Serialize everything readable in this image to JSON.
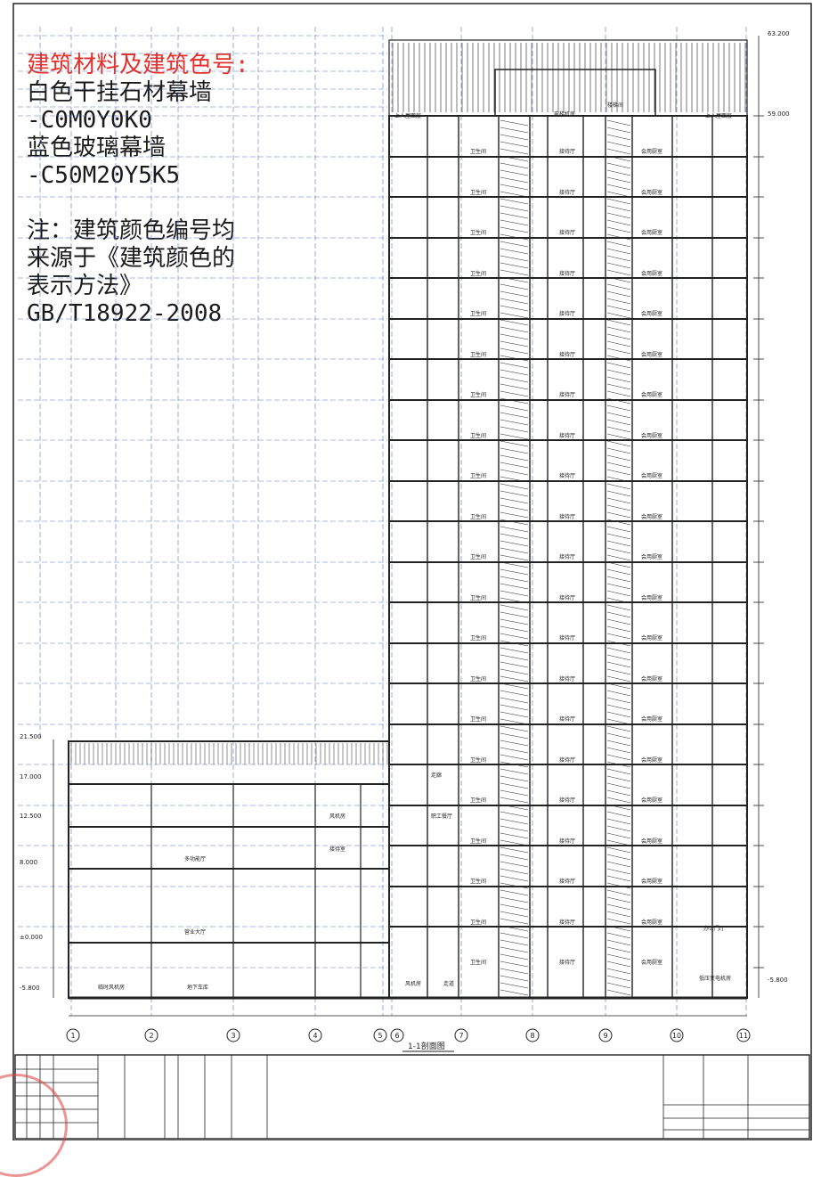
{
  "notes": {
    "title": "建筑材料及建筑色号:",
    "line1": "白色干挂石材幕墙",
    "line2": "-C0M0Y0K0",
    "line3": "蓝色玻璃幕墙",
    "line4": "-C50M20Y5K5",
    "line5": "注：建筑颜色编号均",
    "line6": "来源于《建筑颜色的",
    "line7": "表示方法》",
    "line8": "GB/T18922-2008"
  },
  "tower_rooms": {
    "toilet": "卫生间",
    "lobby": "接待厅",
    "meeting": "会用厨室",
    "staff": "职工餐厅",
    "office": "办公门厅",
    "roof_left": "上人屋面层",
    "roof_right": "上人屋面层",
    "elevator_room": "电梯机房",
    "stair_room": "楼梯间"
  },
  "podium_rooms": {
    "multi_hall": "多功能厅",
    "lobby_hall": "营业大厅",
    "fan_room": "风机房",
    "reception": "接待室",
    "corridor": "走廊",
    "basement_fan": "临时风机房",
    "parking": "地下车库",
    "fan_room2": "风机房",
    "walkway": "走道",
    "equip": "低压变电机房"
  },
  "levels": {
    "left_top": "21.500",
    "left_a": "17.000",
    "left_b": "12.500",
    "left_c": "8.000",
    "left_d": "±0.000",
    "left_e": "-5.800",
    "right_roof": "63.200",
    "right_a": "59.000",
    "right_bottom": "-5.800"
  },
  "axes": [
    "1",
    "2",
    "3",
    "4",
    "5",
    "6",
    "7",
    "8",
    "9",
    "10",
    "11"
  ],
  "drawing_title": "1-1剖面图",
  "colors": {
    "accent_red": "#e4302b",
    "line": "#222222",
    "grid": "#5a78c8"
  }
}
